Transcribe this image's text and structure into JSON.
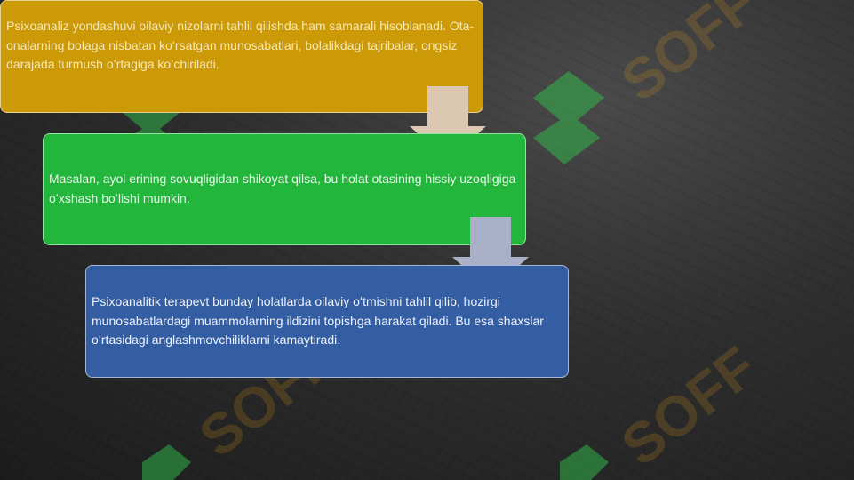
{
  "slide": {
    "boxes": [
      {
        "text": "Psixoanaliz yondashuvi oilaviy nizolarni tahlil qilishda ham samarali hisoblanadi. Ota-onalarning bolaga nisbatan koʻrsatgan munosabatlari, bolalikdagi tajribalar, ongsiz darajada turmush oʻrtagiga koʻchiriladi."
      },
      {
        "text": "Masalan, ayol erining sovuqligidan shikoyat qilsa, bu holat otasining hissiy uzoqligiga oʻxshash boʻlishi mumkin."
      },
      {
        "text": "Psixoanalitik terapevt bunday holatlarda oilaviy oʻtmishni tahlil qilib, hozirgi munosabatlardagi muammolarning ildizini topishga harakat qiladi. Bu esa shaxslar oʻrtasidagi anglashmovchiliklarni kamaytiradi."
      }
    ],
    "watermark": {
      "text": "SOFF"
    },
    "colors": {
      "box1": "#cc9a06",
      "box2": "#22b63d",
      "box3": "#345ea3",
      "arrow1": "#dcc7b0",
      "arrow2": "#a9b0c8",
      "watermark_green": "#2fbf4a",
      "watermark_orange": "#e8a21a"
    }
  }
}
